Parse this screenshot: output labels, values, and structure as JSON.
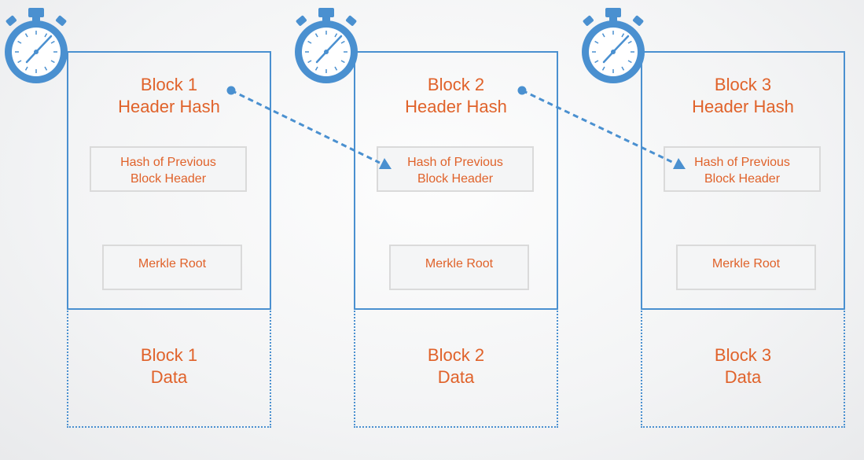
{
  "blocks": [
    {
      "header_title_line1": "Block 1",
      "header_title_line2": "Header Hash",
      "prev_hash_line1": "Hash of Previous",
      "prev_hash_line2": "Block Header",
      "merkle_root": "Merkle Root",
      "data_line1": "Block 1",
      "data_line2": "Data"
    },
    {
      "header_title_line1": "Block 2",
      "header_title_line2": "Header Hash",
      "prev_hash_line1": "Hash of Previous",
      "prev_hash_line2": "Block Header",
      "merkle_root": "Merkle Root",
      "data_line1": "Block 2",
      "data_line2": "Data"
    },
    {
      "header_title_line1": "Block 3",
      "header_title_line2": "Header Hash",
      "prev_hash_line1": "Hash of Previous",
      "prev_hash_line2": "Block Header",
      "merkle_root": "Merkle Root",
      "data_line1": "Block 3",
      "data_line2": "Data"
    }
  ],
  "icons": [
    "stopwatch-icon",
    "stopwatch-icon",
    "stopwatch-icon"
  ],
  "colors": {
    "accent_blue": "#4a90d0",
    "text_orange": "#e0622a",
    "inner_border": "#dadada"
  }
}
